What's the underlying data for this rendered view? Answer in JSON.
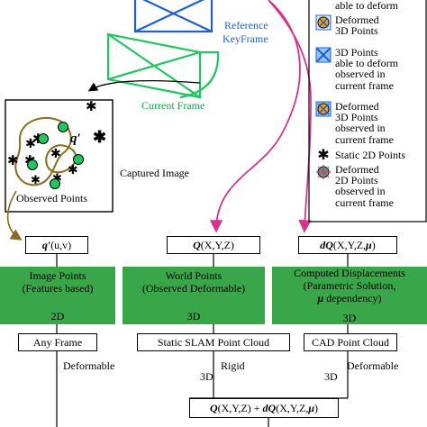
{
  "frames": {
    "reference_label_line1": "Reference",
    "reference_label_line2": "KeyFrame",
    "current_label": "Current Frame"
  },
  "image_panel": {
    "q_prime": "q′",
    "observed_points": "Observed Points",
    "captured_image": "Captured Image"
  },
  "legend": {
    "item0_tail": "able to deform",
    "item1_l1": "Deformed",
    "item1_l2": "3D Points",
    "item2_l1": "3D Points",
    "item2_l2": "able to deform",
    "item2_l3": "observed in",
    "item2_l4": "current frame",
    "item3_l1": "Deformed",
    "item3_l2": "3D Points",
    "item3_l3": "observed in",
    "item3_l4": "current frame",
    "item4_l1": "Static 2D Points",
    "item5_l1": "Deformed",
    "item5_l2": "2D Points",
    "item5_l3": "observed in",
    "item5_l4": "current frame"
  },
  "notation": {
    "col1_symbol": "q′",
    "col1_args": "(u,v)",
    "col2_symbol": "Q",
    "col2_args": "(X,Y,Z)",
    "col3_symbol": "dQ",
    "col3_args": "(X,Y,Z,",
    "col3_mu": "μ",
    "col3_close": ")"
  },
  "columns": {
    "col1_line1": "Image Points",
    "col1_line2": "(Features based)",
    "col1_dim": "2D",
    "col2_line1": "World Points",
    "col2_line2": "(Observed Deformable)",
    "col2_dim": "3D",
    "col3_line1": "Computed Displacements",
    "col3_line2": "(Parametric Solution,",
    "col3_line3_mu": "μ",
    "col3_line3_rest": " dependency)",
    "col3_dim": "3D"
  },
  "outputs": {
    "any_frame": "Any Frame",
    "static_slam": "Static SLAM Point Cloud",
    "cad": "CAD Point Cloud"
  },
  "edges": {
    "deformable_left": "Deformable",
    "rigid": "Rigid",
    "deformable_right": "Deformable",
    "dim_3d_left": "3D",
    "dim_3d_right": "3D"
  },
  "sum": {
    "a_sym": "Q",
    "a_args": "(X,Y,Z)",
    "plus": " + ",
    "b_sym": "dQ",
    "b_args": "(X,Y,Z,",
    "b_mu": "μ",
    "b_close": ")"
  },
  "colors": {
    "blue": "#1f5fd6",
    "green": "#22c55e",
    "olive": "#8b6b1f",
    "magenta": "#d6338f",
    "box_green": "#3aa64a"
  }
}
